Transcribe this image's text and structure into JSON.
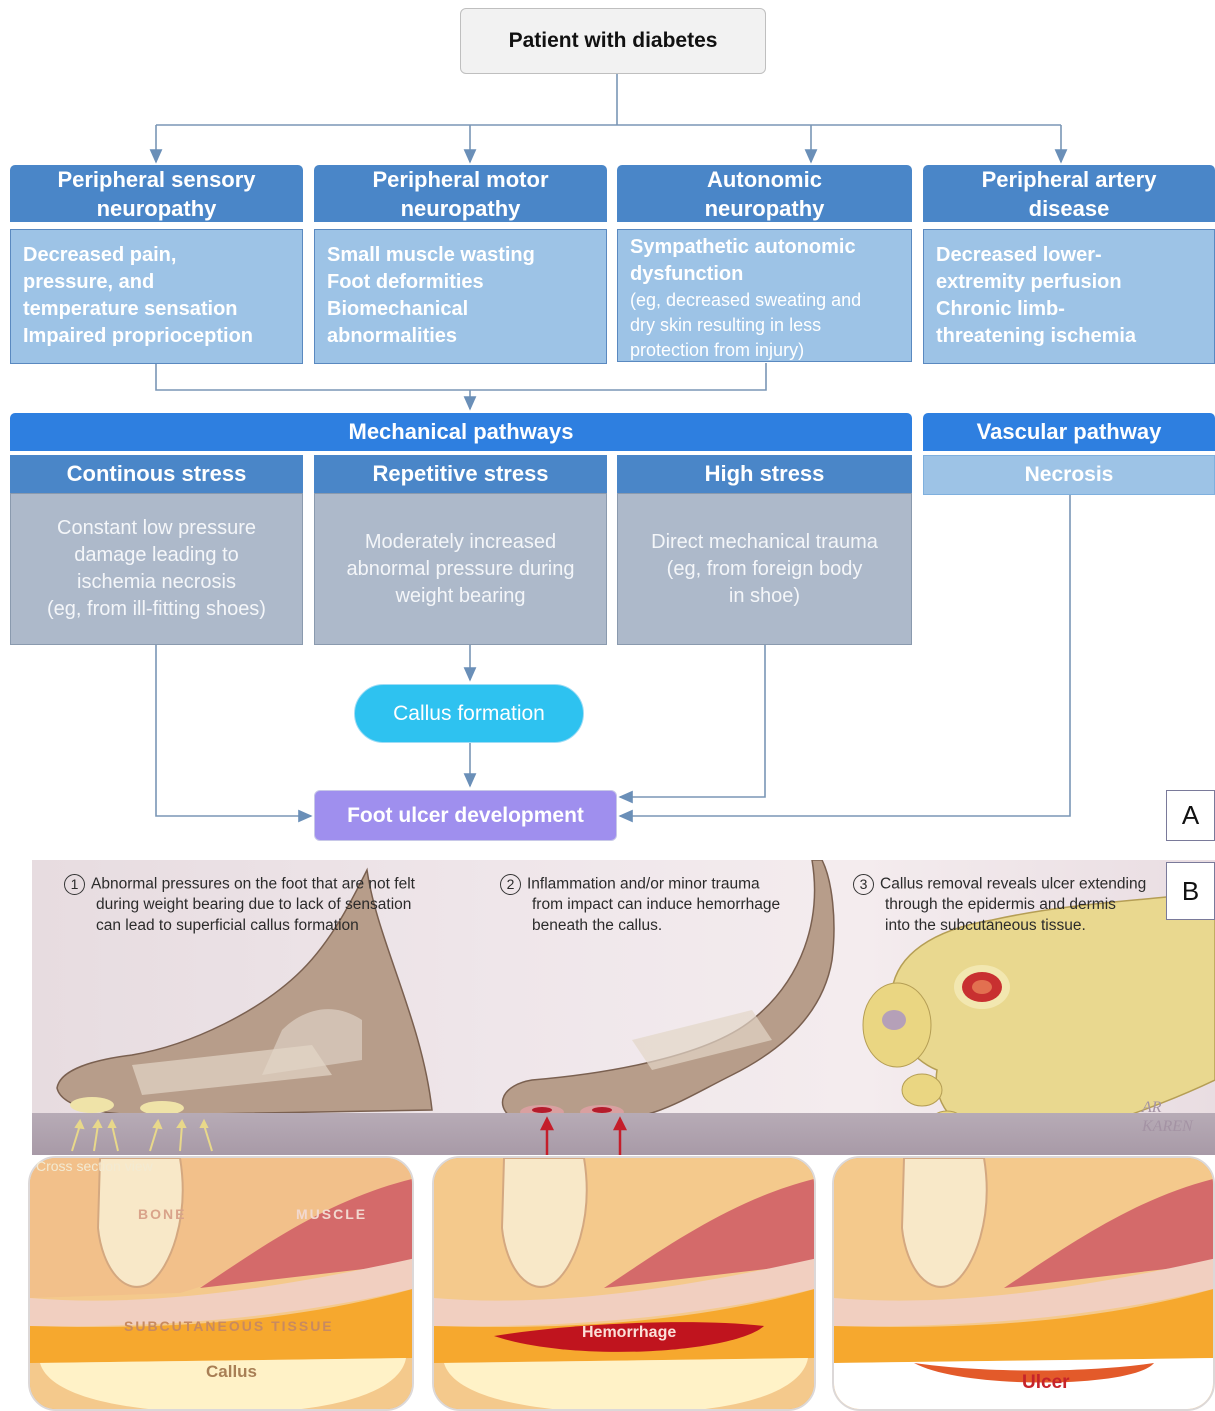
{
  "root": "Patient with diabetes",
  "categories": [
    {
      "title": [
        "Peripheral sensory",
        "neuropathy"
      ],
      "items": [
        "Decreased pain,",
        "pressure, and",
        "temperature sensation",
        "Impaired proprioception"
      ]
    },
    {
      "title": [
        "Peripheral motor",
        "neuropathy"
      ],
      "items": [
        "Small muscle wasting",
        "Foot deformities",
        "Biomechanical",
        "abnormalities"
      ]
    },
    {
      "title": [
        "Autonomic",
        "neuropathy"
      ],
      "items": [
        "Sympathetic autonomic",
        "dysfunction"
      ],
      "subitems": [
        "(eg, decreased sweating and",
        "dry skin resulting in less",
        "protection  from injury)"
      ]
    },
    {
      "title": [
        "Peripheral artery",
        "disease"
      ],
      "items": [
        "Decreased lower-",
        "extremity perfusion",
        "Chronic limb-",
        "threatening ischemia"
      ]
    }
  ],
  "mechanical": "Mechanical pathways",
  "vascular": "Vascular pathway",
  "stresses": [
    {
      "title": "Continous stress",
      "lines": [
        "Constant low pressure",
        "damage leading to",
        "ischemia necrosis",
        "(eg, from ill-fitting shoes)"
      ]
    },
    {
      "title": "Repetitive stress",
      "lines": [
        "Moderately increased",
        "abnormal pressure during",
        "weight bearing"
      ]
    },
    {
      "title": "High stress",
      "lines": [
        "Direct mechanical trauma",
        "(eg, from foreign body",
        "in shoe)"
      ]
    }
  ],
  "necrosis": "Necrosis",
  "callus_formation": "Callus formation",
  "foot_ulcer": "Foot ulcer development",
  "panel_a": "A",
  "panel_b": "B",
  "steps": [
    {
      "num": "1",
      "lines": [
        "Abnormal pressures on the foot that are not felt",
        "during weight bearing due to lack of sensation",
        "can lead to superficial callus formation"
      ]
    },
    {
      "num": "2",
      "lines": [
        "Inflammation and/or minor trauma",
        "from impact can induce hemorrhage",
        "beneath the callus."
      ]
    },
    {
      "num": "3",
      "lines": [
        "Callus removal reveals ulcer extending",
        "through the epidermis and dermis",
        "into the subcutaneous tissue."
      ]
    }
  ],
  "cross_section": "Cross section view",
  "labels": {
    "bone": "BONE",
    "muscle": "MUSCLE",
    "subcutaneous": "SUBCUTANEOUS TISSUE",
    "callus": "Callus",
    "hemorrhage": "Hemorrhage",
    "ulcer": "Ulcer"
  },
  "signature": "AR KAREN",
  "colors": {
    "header": "#4a86c8",
    "desc": "#9dc3e6",
    "mechanical": "#2e7fe0",
    "stress_body": "#adb9ca",
    "callus_node": "#2ec2f0",
    "ulcer_node": "#9f8fee"
  }
}
